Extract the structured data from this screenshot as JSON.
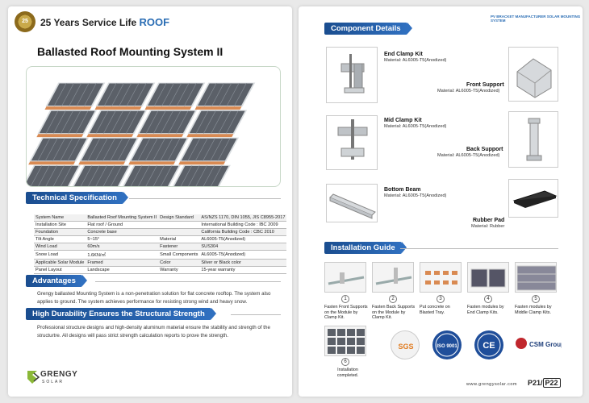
{
  "left": {
    "badge": "25",
    "service_life": "25 Years Service Life",
    "roof": "ROOF",
    "title": "Ballasted Roof Mounting System II",
    "tech_spec_heading": "Technical Specification",
    "spec_rows": [
      [
        "System Name",
        "Ballasted Roof Mounting System II",
        "Design Standard",
        "AS/NZS 1170, DIN 1055, JIS C8955-2017"
      ],
      [
        "Installation Site",
        "Flat roof / Ground",
        "",
        "International Building Code : IBC 2009"
      ],
      [
        "Foundation",
        "Concrete base",
        "",
        "California Building Code : CBC 2010"
      ],
      [
        "Tilt Angle",
        "5~15°",
        "Material",
        "AL6005-T5(Anodized)"
      ],
      [
        "Wind Load",
        "60m/s",
        "Fastener",
        "SUS304"
      ],
      [
        "Snow Load",
        "1.6KN/㎡",
        "Small Components",
        "AL6005-T5(Anodized)"
      ],
      [
        "Applicable Solar Module",
        "Framed",
        "Color",
        "Silver or Black color"
      ],
      [
        "Panel Layout",
        "Landscape",
        "Warranty",
        "15-year warranty"
      ]
    ],
    "advantages_heading": "Advantages",
    "advantages_text": "Grengy ballasted Mounting System is a non-penetration solution for flat concrete rooftop. The system also applies to ground. The system achieves performance for resisting strong wind and heavy snow.",
    "durability_heading": "High Durability Ensures the Structural Strength",
    "durability_text": "Professional structure designs and high-density aluminum material ensure the stability and strength of the structurtre. All designs will pass strict strength calculation reports to prove the strength.",
    "logo_text": "GRENGY",
    "logo_sub": "SOLAR"
  },
  "right": {
    "small_title": "PV BRACKET MANUFACTURER SOLAR MOUNTING SYSTEM",
    "component_heading": "Component Details",
    "components": [
      {
        "name": "End Clamp Kit",
        "material": "Material: AL6005-T5(Anodized)"
      },
      {
        "name": "Front Support",
        "material": "Material: AL6005-T5(Anodized)"
      },
      {
        "name": "Mid Clamp Kit",
        "material": "Material: AL6005-T5(Anodized)"
      },
      {
        "name": "Back Support",
        "material": "Material: AL6005-T5(Anodized)"
      },
      {
        "name": "Bottom Beam",
        "material": "Material: AL6005-T5(Anodized)"
      },
      {
        "name": "Rubber Pad",
        "material": "Material: Rubber"
      }
    ],
    "install_heading": "Installation Guide",
    "steps": [
      {
        "num": "1",
        "text": "Fasten Front Supports on the Module by Clamp Kit."
      },
      {
        "num": "2",
        "text": "Fasten Back Supports on the Module by Clamp Kit."
      },
      {
        "num": "3",
        "text": "Put concrete on Blasted Tray."
      },
      {
        "num": "4",
        "text": "Fasten modules by End Clamp Kits."
      },
      {
        "num": "5",
        "text": "Fasten modules by Middle Clamp Kits."
      },
      {
        "num": "6",
        "text": "Installation completed."
      }
    ],
    "certs": [
      "SGS",
      "ISO 9001",
      "CE",
      "CSM Group"
    ],
    "footer_url": "www.grengysolar.com",
    "page_a": "P21/",
    "page_b": "P22"
  }
}
